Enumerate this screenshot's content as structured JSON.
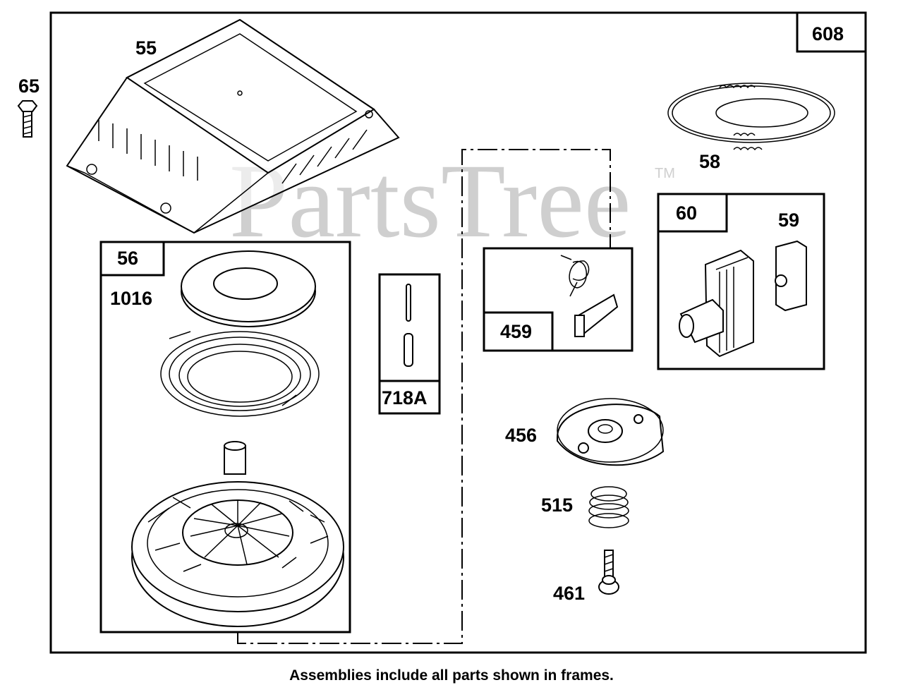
{
  "diagram": {
    "watermark": "PartsTree",
    "watermark_tm": "TM",
    "caption": "Assemblies include all parts shown in frames.",
    "frames": {
      "outer": "608",
      "starter_pulley_assembly": "56",
      "pin_kit": "718A",
      "pawl_kit": "459",
      "handle_kit": "60"
    },
    "parts": {
      "bolt": "65",
      "blower_housing_cover": "55",
      "spring_washer": "1016",
      "rope": "58",
      "handle_insert": "59",
      "pawl_retainer": "456",
      "spring": "515",
      "screw": "461"
    }
  }
}
